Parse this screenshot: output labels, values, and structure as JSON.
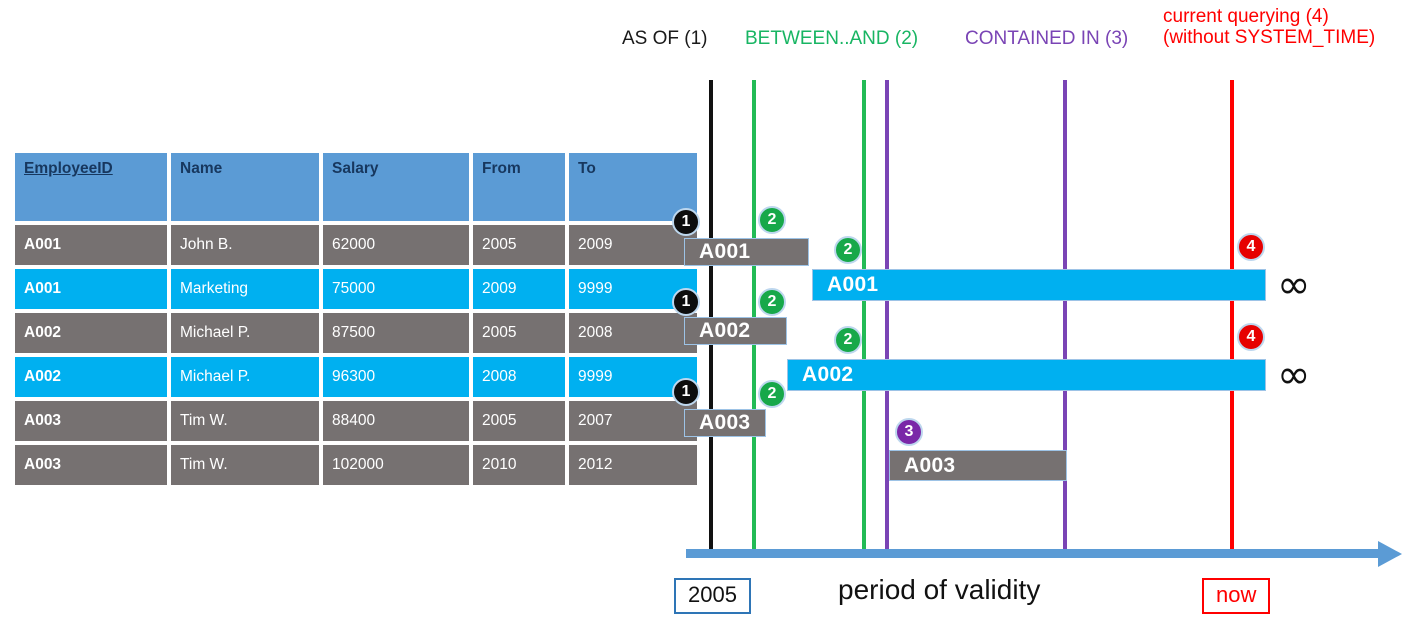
{
  "table": {
    "columns": [
      "EmployeeID",
      "Name",
      "Salary",
      "From",
      "To"
    ],
    "rows": [
      {
        "style": "gray",
        "EmployeeID": "A001",
        "Name": "John  B.",
        "Salary": "62000",
        "From": "2005",
        "To": "2009"
      },
      {
        "style": "cyan",
        "EmployeeID": "A001",
        "Name": "Marketing",
        "Salary": "75000",
        "From": "2009",
        "To": "9999"
      },
      {
        "style": "gray",
        "EmployeeID": "A002",
        "Name": "Michael P.",
        "Salary": "87500",
        "From": "2005",
        "To": "2008"
      },
      {
        "style": "cyan",
        "EmployeeID": "A002",
        "Name": "Michael P.",
        "Salary": "96300",
        "From": "2008",
        "To": "9999"
      },
      {
        "style": "gray",
        "EmployeeID": "A003",
        "Name": "Tim W.",
        "Salary": "88400",
        "From": "2005",
        "To": "2007"
      },
      {
        "style": "gray",
        "EmployeeID": "A003",
        "Name": "Tim W.",
        "Salary": "102000",
        "From": "2010",
        "To": "2012"
      }
    ]
  },
  "legend": {
    "as_of": "AS OF (1)",
    "between_and": "BETWEEN..AND (2)",
    "contained_in": "CONTAINED IN (3)",
    "current_line1": "current querying (4)",
    "current_line2": "(without SYSTEM_TIME)"
  },
  "colors": {
    "as_of": "#1a1a1a",
    "between_and": "#18b563",
    "contained_in": "#7a44b5",
    "current": "#ff0000",
    "header_blue": "#5b9bd5",
    "row_gray": "#767171",
    "row_cyan": "#00b0f0",
    "axis_blue": "#5b9bd5"
  },
  "bars": [
    {
      "label": "A001",
      "style": "gray"
    },
    {
      "label": "A001",
      "style": "cyan"
    },
    {
      "label": "A002",
      "style": "gray"
    },
    {
      "label": "A002",
      "style": "cyan"
    },
    {
      "label": "A003",
      "style": "gray"
    },
    {
      "label": "A003",
      "style": "gray"
    }
  ],
  "markers": {
    "one": "1",
    "two": "2",
    "three": "3",
    "four": "4"
  },
  "infinity_symbol": "∞",
  "axis": {
    "start_label": "2005",
    "end_label": "now",
    "title": "period of validity"
  }
}
